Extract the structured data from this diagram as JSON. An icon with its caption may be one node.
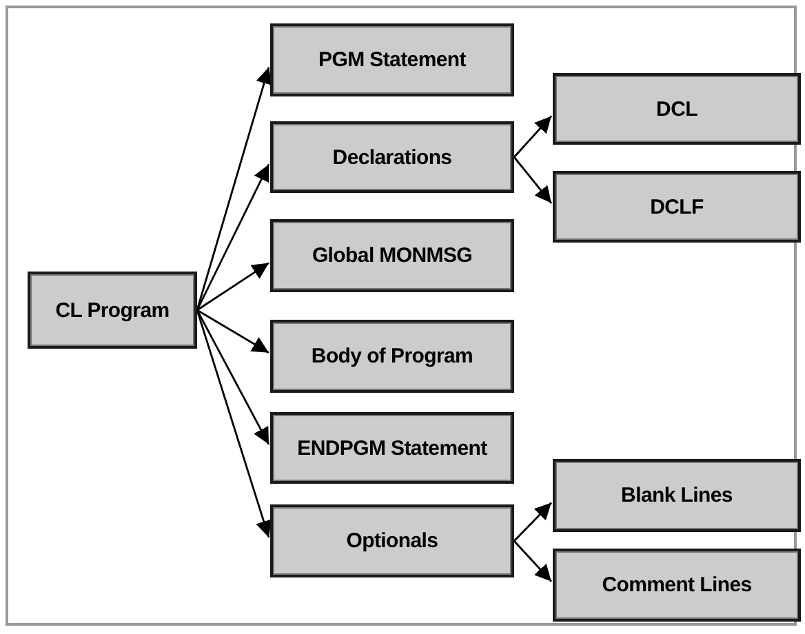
{
  "diagram": {
    "nodes": [
      {
        "text": [
          "CL Program"
        ]
      },
      {
        "text": [
          "PGM Statement"
        ]
      },
      {
        "text": [
          "Declarations"
        ]
      },
      {
        "text": [
          "Global MONMSG"
        ]
      },
      {
        "text": [
          "Body of Program"
        ]
      },
      {
        "text": [
          "ENDPGM Statement"
        ]
      },
      {
        "text": [
          "Optionals"
        ]
      },
      {
        "text": [
          "DCL"
        ]
      },
      {
        "text": [
          "DCLF"
        ]
      },
      {
        "text": [
          "Blank Lines"
        ]
      },
      {
        "text": [
          "Comment Lines"
        ]
      }
    ],
    "edges": [
      {
        "from": 0,
        "to": 1,
        "arrow": "to"
      },
      {
        "from": 0,
        "to": 2,
        "arrow": "to"
      },
      {
        "from": 0,
        "to": 3,
        "arrow": "to"
      },
      {
        "from": 0,
        "to": 4,
        "arrow": "to"
      },
      {
        "from": 0,
        "to": 5,
        "arrow": "to"
      },
      {
        "from": 0,
        "to": 6,
        "arrow": "to"
      },
      {
        "from": 2,
        "to": 7,
        "arrow": "to"
      },
      {
        "from": 2,
        "to": 8,
        "arrow": "to"
      },
      {
        "from": 6,
        "to": 9,
        "arrow": "to"
      },
      {
        "from": 6,
        "to": 10,
        "arrow": "to"
      }
    ]
  }
}
